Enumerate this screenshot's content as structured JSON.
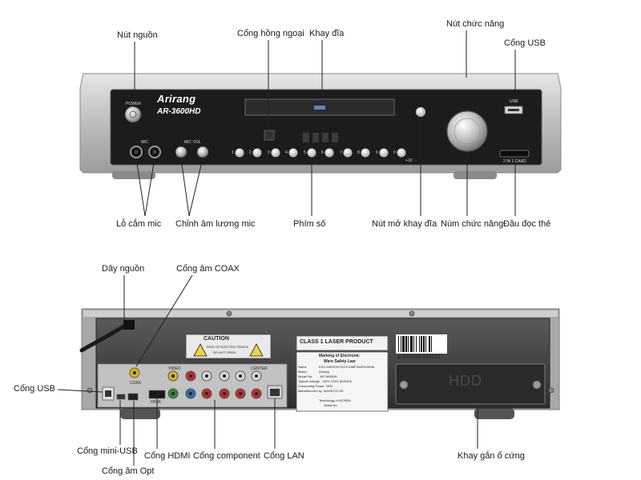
{
  "front_labels": {
    "power_button": "Nút nguồn",
    "ir_port": "Cổng hồng ngoại",
    "disc_tray": "Khay đĩa",
    "function_buttons": "Nút chức năng",
    "usb_port": "Cổng USB",
    "mic_jack": "Lỗ cắm mic",
    "mic_volume": "Chỉnh âm lượng mic",
    "number_keys": "Phím số",
    "eject_button": "Nút mở khay đĩa",
    "function_knob": "Núm chức năng",
    "card_reader": "Đầu đọc thẻ"
  },
  "back_labels": {
    "power_cord": "Dây nguồn",
    "coax_port": "Cổng âm COAX",
    "usb_port": "Cổng USB",
    "mini_usb": "Cổng mini-USB",
    "optical_port": "Cổng âm Opt",
    "hdmi_port": "Cổng HDMI",
    "component_port": "Cổng component",
    "lan_port": "Cổng LAN",
    "hdd_bay": "Khay gắn ổ cứng"
  },
  "front_panel": {
    "brand": "Arirang",
    "model": "AR-3600HD",
    "power_text": "POWER",
    "mic_text": "MIC",
    "mic_vol_text": "MIC VOL",
    "usb_text": "USB",
    "card_text": "2 IN 1 CARD",
    "number_keys": [
      "1",
      "2",
      "3",
      "4",
      "5",
      "6",
      "7",
      "8",
      "9",
      "0",
      "+10",
      "-"
    ]
  },
  "back_panel": {
    "caution_title": "CAUTION",
    "caution_line1": "RISK OF ELECTRIC SHOCK",
    "caution_line2": "DO NOT OPEN",
    "laser_label": "CLASS 1 LASER PRODUCT",
    "barcode_number": "8 936034 372511",
    "marking_title1": "Marking of Electronic",
    "marking_title2": "Ware Safety Law",
    "spec_rows": [
      [
        "Name",
        "DVD MIDI/DVCD/VCD/MP3/MP4/WMA"
      ],
      [
        "Brand",
        "Arirang"
      ],
      [
        "Model No.",
        "AR-3600HD"
      ],
      [
        "Typical Voltage",
        "110V~220V 60/50Hz"
      ],
      [
        "Consuming Power",
        "20W"
      ],
      [
        "Manufactured by",
        "MAGECO.VN"
      ]
    ],
    "tech_line1": "Technology of KOREA",
    "tech_line2": "Serial No.",
    "hdd_text": "HDD",
    "coax_text": "COAX",
    "hdmi_text": "HDMI",
    "video_text": "VIDEO",
    "center_text": "CENTER"
  },
  "colors": {
    "chassis": "#c9c9c9",
    "panel": "#1c1c1c",
    "rear": "#3a3a3a",
    "rca_yellow": "#d7b32c",
    "rca_red": "#b83028",
    "rca_white": "#d9d9d9",
    "rca_green": "#2f8a3a"
  }
}
